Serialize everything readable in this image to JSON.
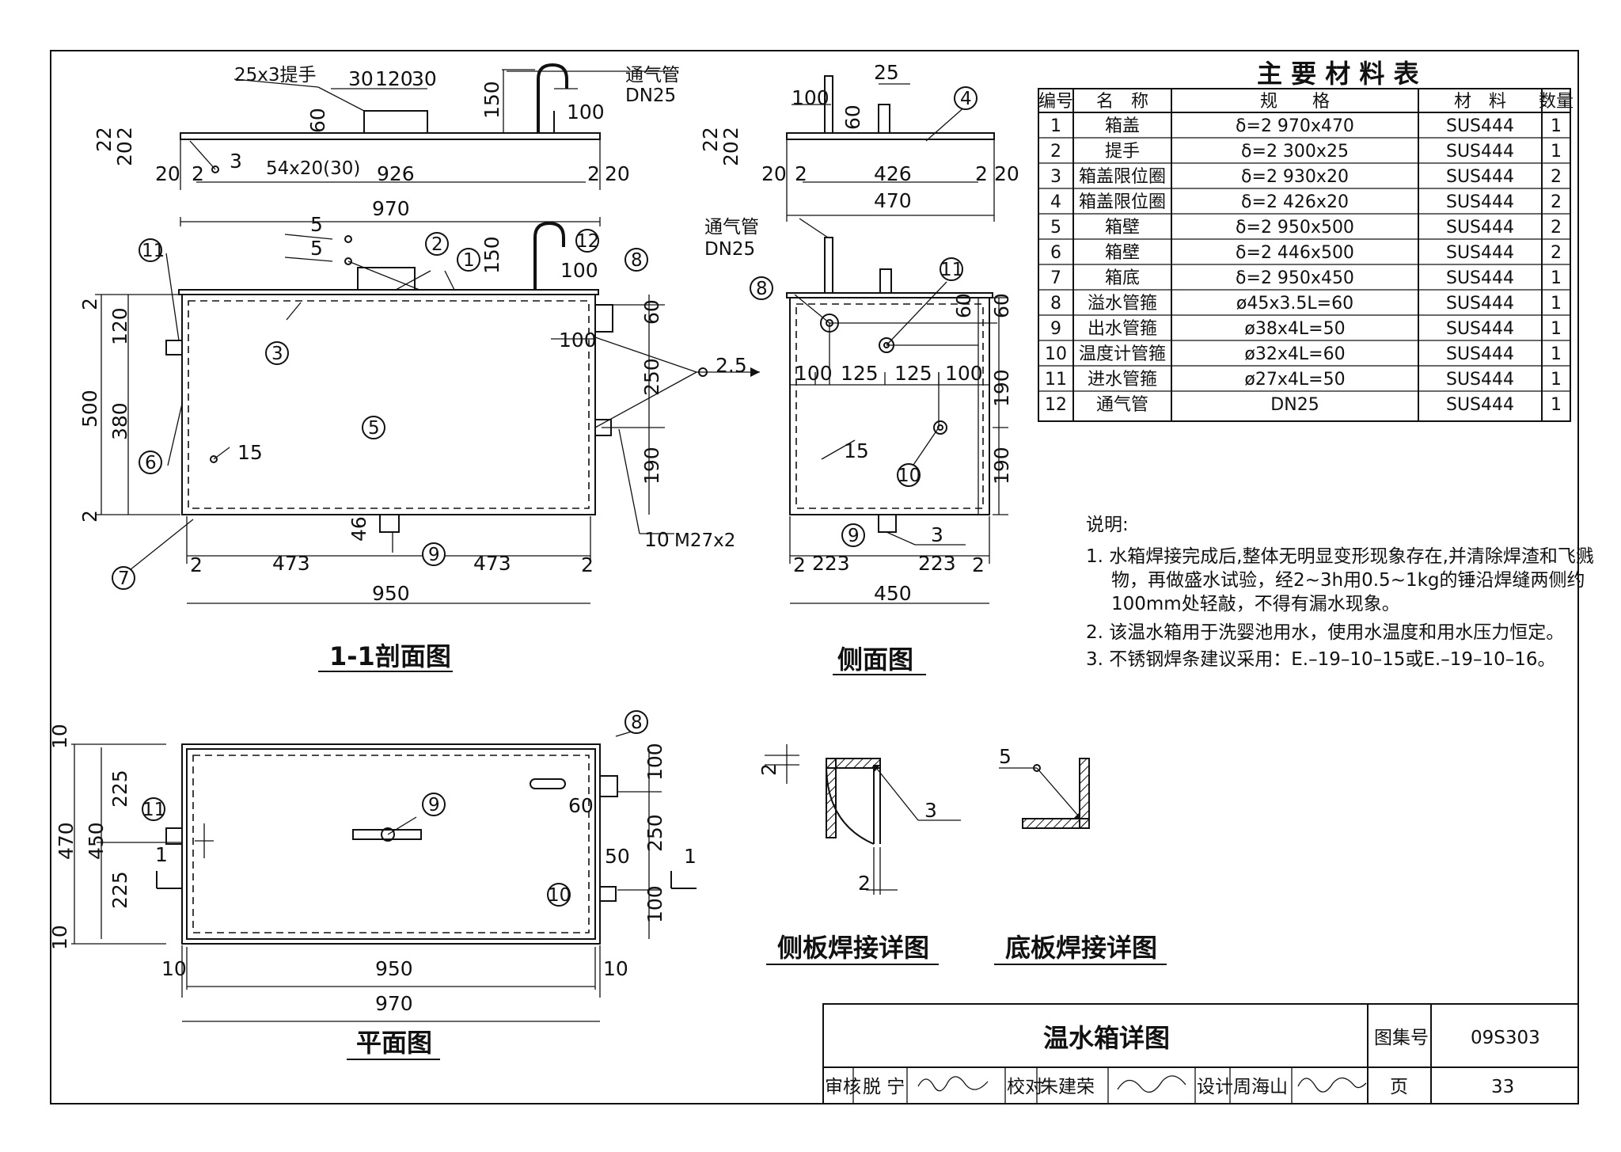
{
  "drawing": {
    "title": "温水箱详图",
    "atlas_label": "图集号",
    "atlas_no": "09S303",
    "page_label": "页",
    "page_no": "33",
    "reviewer_role": "审核",
    "reviewer_name": "脱 宁",
    "checker_role": "校对",
    "checker_name": "朱建荣",
    "designer_role": "设计",
    "designer_name": "周海山"
  },
  "views": {
    "section_title": "1-1剖面图",
    "side_title": "侧面图",
    "plan_title": "平面图",
    "side_weld_title": "侧板焊接详图",
    "bottom_weld_title": "底板焊接详图"
  },
  "table": {
    "title": "主 要 材 料 表",
    "headers": [
      "编号",
      "名　称",
      "规　　格",
      "材　料",
      "数量"
    ],
    "rows": [
      [
        "1",
        "箱盖",
        "δ=2  970x470",
        "SUS444",
        "1"
      ],
      [
        "2",
        "提手",
        "δ=2  300x25",
        "SUS444",
        "1"
      ],
      [
        "3",
        "箱盖限位圈",
        "δ=2  930x20",
        "SUS444",
        "2"
      ],
      [
        "4",
        "箱盖限位圈",
        "δ=2  426x20",
        "SUS444",
        "2"
      ],
      [
        "5",
        "箱壁",
        "δ=2  950x500",
        "SUS444",
        "2"
      ],
      [
        "6",
        "箱壁",
        "δ=2  446x500",
        "SUS444",
        "2"
      ],
      [
        "7",
        "箱底",
        "δ=2  950x450",
        "SUS444",
        "1"
      ],
      [
        "8",
        "溢水管箍",
        "ø45x3.5L=60",
        "SUS444",
        "1"
      ],
      [
        "9",
        "出水管箍",
        "ø38x4L=50",
        "SUS444",
        "1"
      ],
      [
        "10",
        "温度计管箍",
        "ø32x4L=60",
        "SUS444",
        "1"
      ],
      [
        "11",
        "进水管箍",
        "ø27x4L=50",
        "SUS444",
        "1"
      ],
      [
        "12",
        "通气管",
        "DN25",
        "SUS444",
        "1"
      ]
    ]
  },
  "notes": {
    "heading": "说明:",
    "items": [
      "1. 水箱焊接完成后,整体无明显变形现象存在,并清除焊渣和飞溅",
      "物，再做盛水试验，经2~3h用0.5~1kg的锤沿焊缝两侧约",
      "100mm处轻敲，不得有漏水现象。",
      "2. 该温水箱用于洗婴池用水，使用水温度和用水压力恒定。",
      "3. 不锈钢焊条建议采用：E.–19–10–15或E.–19–10–16。"
    ]
  },
  "labels": {
    "handle": "25x3提手",
    "vent": "通气管",
    "dn25": "DN25",
    "weld_54": "54x20(30)",
    "thread": "M27x2",
    "slope": "2.5"
  },
  "dims": {
    "d30a": "30",
    "d120": "120",
    "d30b": "30",
    "d150": "150",
    "d100": "100",
    "d60": "60",
    "d22": "22",
    "d20": "20",
    "d2": "2",
    "d926": "926",
    "d970": "970",
    "d426": "426",
    "d470": "470",
    "d25": "25",
    "d500": "500",
    "d380": "380",
    "d473": "473",
    "d950": "950",
    "d46": "46",
    "d250": "250",
    "d190": "190",
    "d125": "125",
    "d223": "223",
    "d450": "450",
    "d225": "225",
    "d10": "10",
    "d50": "50",
    "d15": "15",
    "d3": "3",
    "d5": "5",
    "d1": "1"
  }
}
